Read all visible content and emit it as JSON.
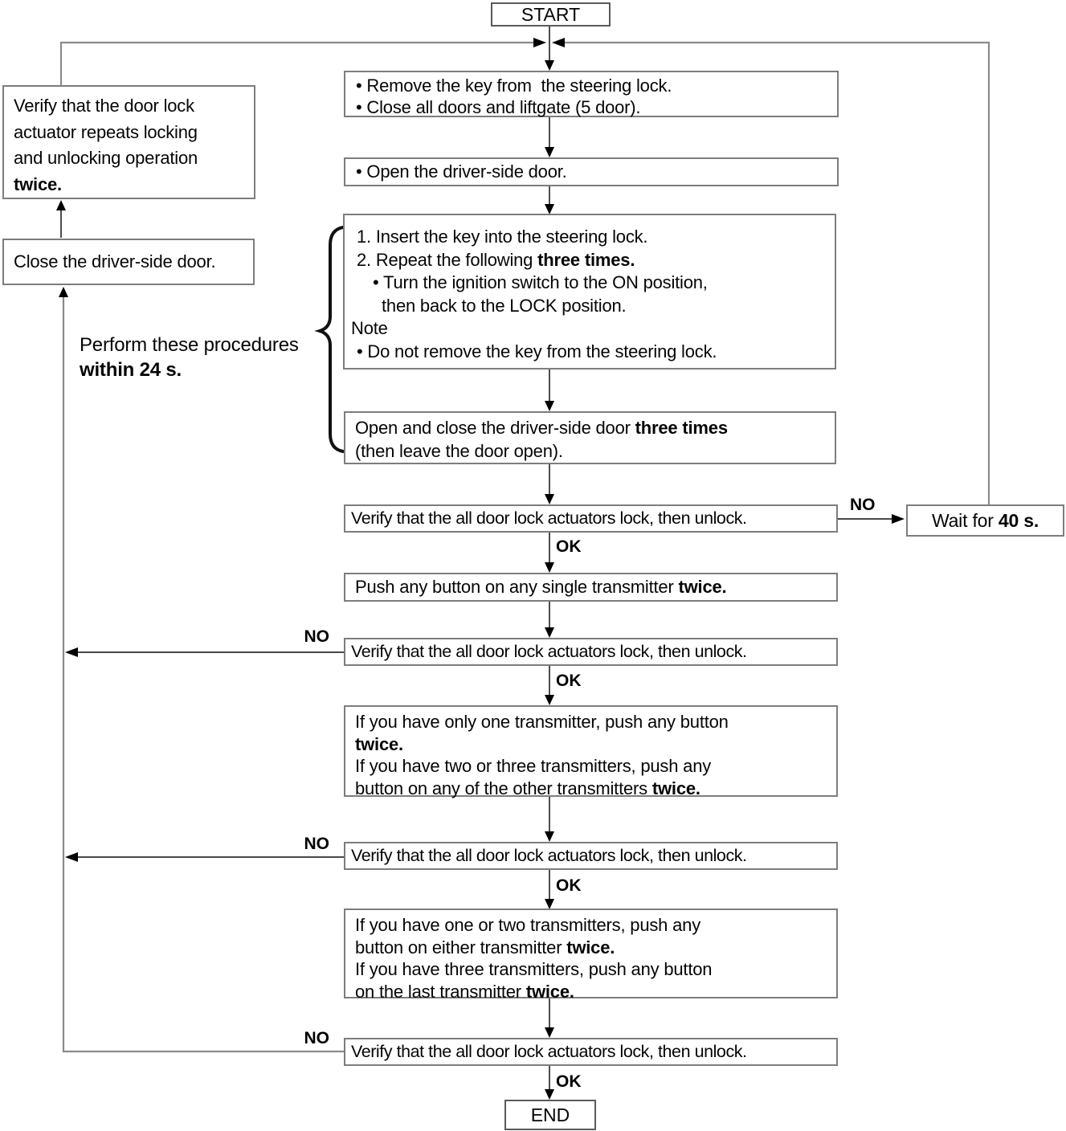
{
  "flowchart": {
    "start_label": "START",
    "end_label": "END",
    "no_label": "NO",
    "ok_label": "OK",
    "boxes": {
      "remove_key": {
        "line1": "• Remove the key from  the steering lock.",
        "line2": "• Close all doors and liftgate (5 door)."
      },
      "open_driver_door": {
        "line1": "• Open the driver-side door."
      },
      "key_cycle": {
        "line1": "1. Insert the key into the steering lock.",
        "line2_normal": "2. Repeat the following ",
        "line2_bold": "three times.",
        "line3": "• Turn the ignition switch to the ON position,",
        "line4": "then back to the LOCK position.",
        "line5": "Note",
        "line6": "• Do not remove the key from the steering lock."
      },
      "open_close_door": {
        "line1_normal": "Open and close the driver-side door ",
        "line1_bold": "three times",
        "line2": "(then leave the door open)."
      },
      "verify_unlock": {
        "text": "Verify that the all door lock actuators lock, then unlock."
      },
      "wait": {
        "normal": "Wait for ",
        "bold": "40 s."
      },
      "push_single": {
        "normal": "Push any button on any single transmitter ",
        "bold": "twice."
      },
      "one_transmitter": {
        "line1": "If you have only one transmitter, push any button",
        "line2_bold": "twice.",
        "line3": "If you have two or three transmitters, push any",
        "line4_normal": "button on any of the other transmitters ",
        "line4_bold": "twice."
      },
      "two_transmitters": {
        "line1": "If you have one or two transmitters, push any",
        "line2_normal": "button on either transmitter ",
        "line2_bold": "twice.",
        "line3": "If you have three transmitters, push any button",
        "line4_normal": "on the last transmitter ",
        "line4_bold": "twice."
      },
      "verify_actuator": {
        "line1": "Verify that the door lock",
        "line2": "actuator repeats locking",
        "line3": "and unlocking operation",
        "line4_bold": "twice."
      },
      "close_driver_door": {
        "text": "Close the driver-side door."
      },
      "perform_note": {
        "line1": "Perform these procedures",
        "line2_bold": "within 24 s."
      }
    },
    "colors": {
      "background": "#ffffff",
      "text": "#000000",
      "box_border": "#7d7d7d",
      "feedback_line": "#8a8a8a",
      "stem_line": "#2f2f2f",
      "arrowhead": "#000000"
    }
  }
}
